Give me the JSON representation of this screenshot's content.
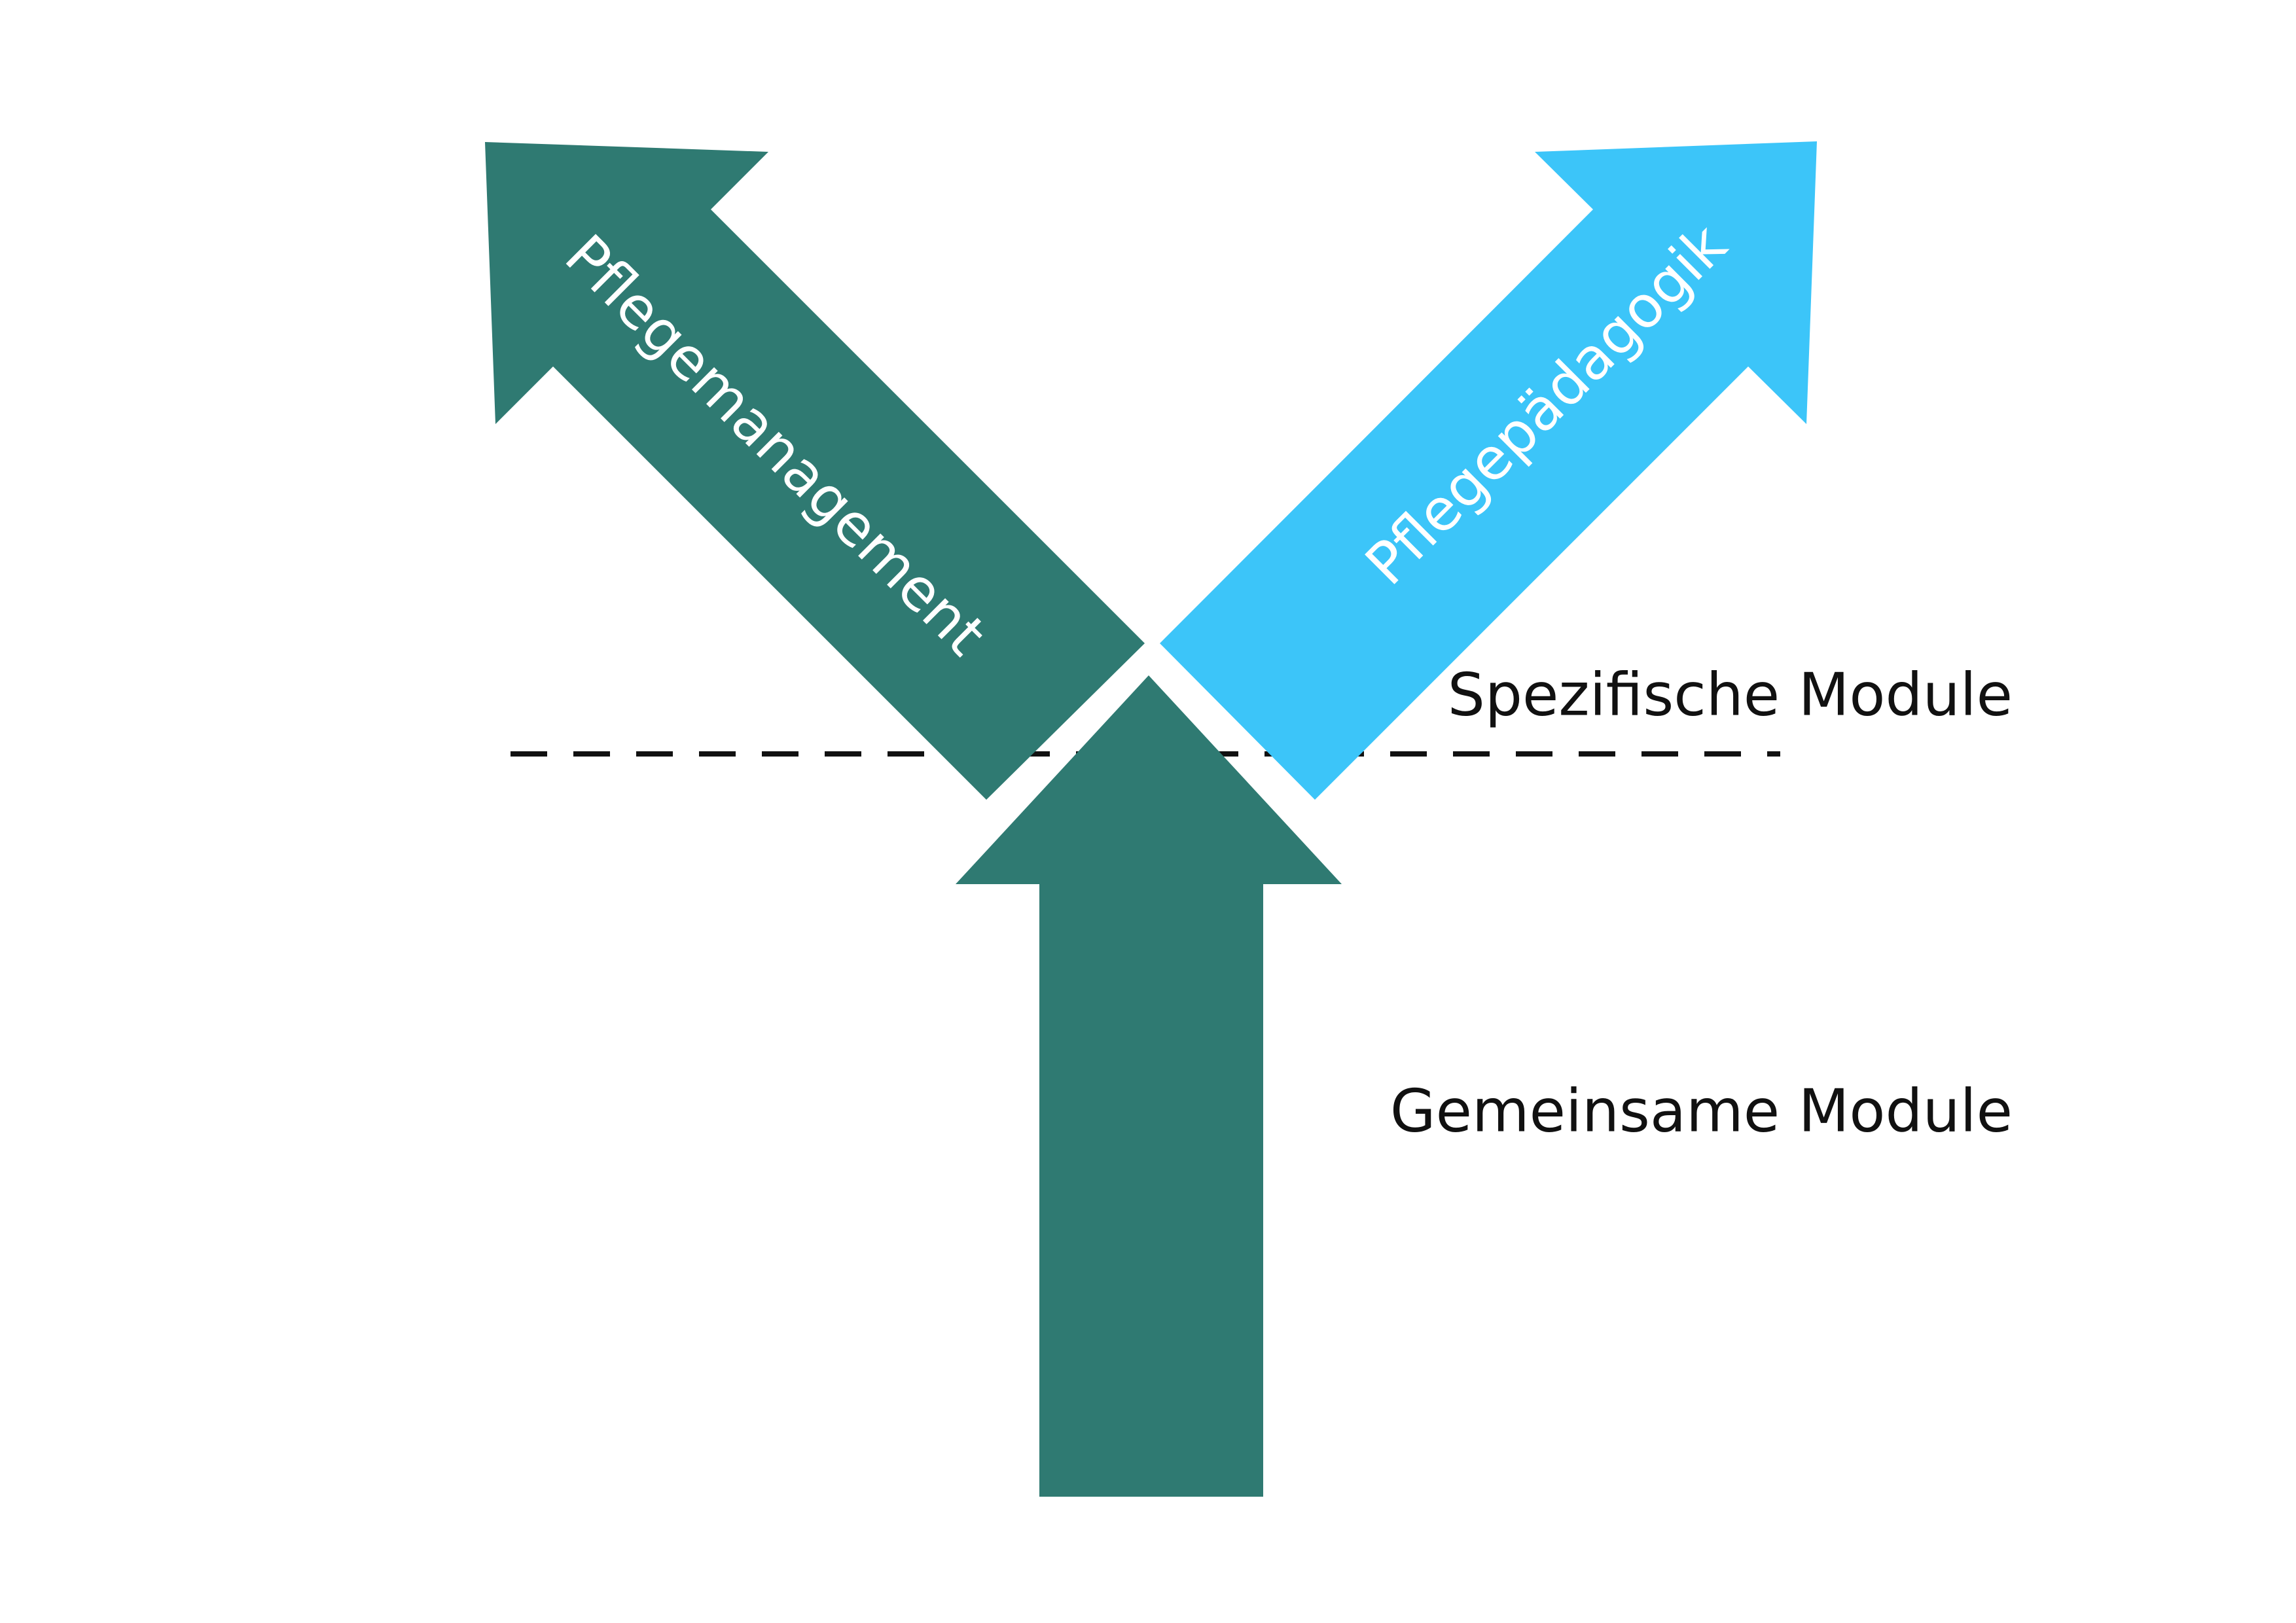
{
  "colors": {
    "background": "#ffffff",
    "teal": "#2f7a72",
    "sky": "#3cc5f9",
    "dash": "#111111",
    "arrow_text": "#ffffff",
    "label_text": "#111111"
  },
  "arrows": {
    "left": {
      "label": "Pflegemanagement"
    },
    "right": {
      "label": "Pflegepädagogik"
    },
    "bottom": {
      "label": ""
    }
  },
  "labels": {
    "specific": "Spezifische Module",
    "common": "Gemeinsame Module"
  }
}
